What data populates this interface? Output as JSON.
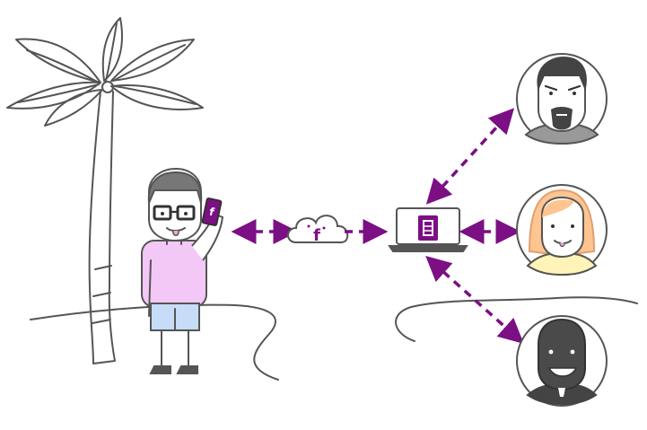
{
  "colors": {
    "accent": "#7b0f83",
    "line": "#555555",
    "shirt": "#f3c8f7",
    "shorts": "#c7dcf7",
    "hair_blonde": "#ffc48f",
    "dark_skin": "#4a4a4a"
  },
  "icons": {
    "cloud": "cloud-icon",
    "app_logo": "app-f-logo-icon",
    "document": "document-icon",
    "laptop": "laptop-icon",
    "phone": "smartphone-icon"
  },
  "connections": [
    {
      "from": "person-on-beach",
      "to": "cloud",
      "style": "dashed-bidirectional"
    },
    {
      "from": "cloud",
      "to": "laptop",
      "style": "dashed-directed"
    },
    {
      "from": "laptop",
      "to": "avatar-bearded-man",
      "style": "dashed-bidirectional"
    },
    {
      "from": "laptop",
      "to": "avatar-blonde-woman",
      "style": "dashed-bidirectional"
    },
    {
      "from": "laptop",
      "to": "avatar-bald-man",
      "style": "dashed-bidirectional"
    }
  ]
}
